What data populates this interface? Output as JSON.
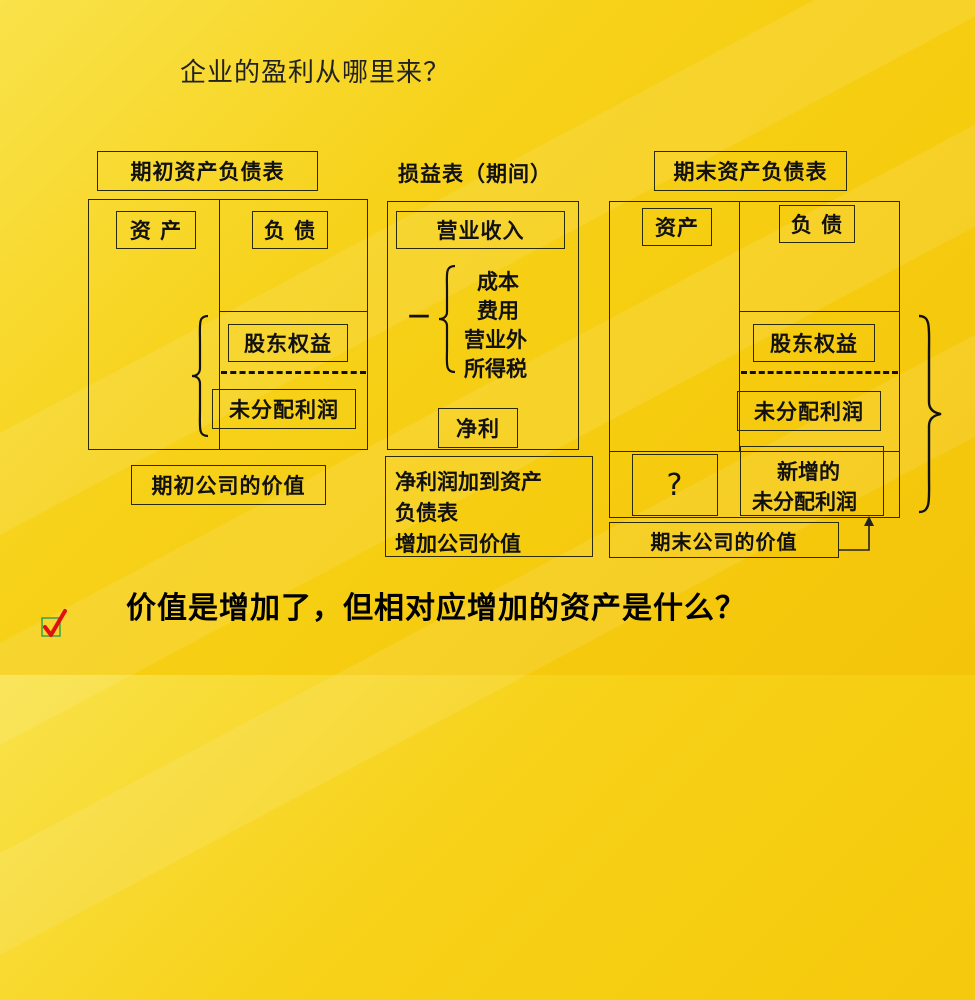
{
  "title": "企业的盈利从哪里来？",
  "beginning": {
    "header": "期初资产负债表",
    "assets": "资 产",
    "liabilities": "负 债",
    "equity": "股东权益",
    "retained": "未分配利润",
    "value": "期初公司的价值"
  },
  "income": {
    "header": "损益表（期间）",
    "revenue": "营业收入",
    "minus": "—",
    "deductions": [
      "成本",
      "费用",
      "营业外",
      "所得税"
    ],
    "net": "净利",
    "note": [
      "净利润加到资产",
      "负债表",
      "增加公司价值"
    ]
  },
  "ending": {
    "header": "期末资产负债表",
    "assets": "资产",
    "liabilities": "负 债",
    "equity": "股东权益",
    "retained": "未分配利润",
    "question": "?",
    "new_retained": [
      "新增的",
      "未分配利润"
    ],
    "value": "期末公司的价值"
  },
  "question": "价值是增加了，但相对应增加的资产是什么？",
  "colors": {
    "checkmark": "#e01010",
    "check_box": "#3aa04a"
  }
}
